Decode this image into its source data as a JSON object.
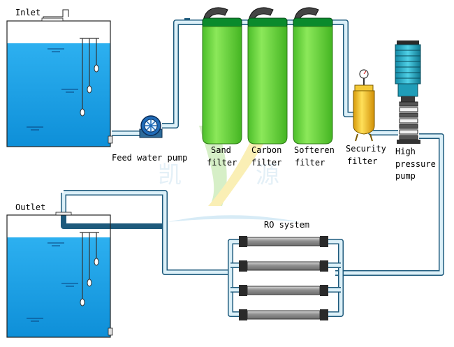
{
  "labels": {
    "inlet": "Inlet",
    "outlet": "Outlet",
    "feed_pump": "Feed water pump",
    "sand_1": "Sand",
    "sand_2": "filter",
    "carbon_1": "Carbon",
    "carbon_2": "filter",
    "softener_1": "Softeren",
    "softener_2": "filter",
    "security_1": "Security",
    "security_2": "filter",
    "hp_1": "High",
    "hp_2": "pressure",
    "hp_3": "pump",
    "ro": "RO system"
  },
  "watermark": {
    "left": "凯",
    "right": "源",
    "registered": "®"
  },
  "colors": {
    "pipe_fill": "#dcf0f8",
    "pipe_edge": "#1e5a7c",
    "water": "#1aa0e6",
    "filter_green": "#6fd63c",
    "filter_cap": "#0a8a2c",
    "security_gold": "#f2c21a",
    "pump_blue": "#1f9db8",
    "membrane_grey": "#9a9a9a"
  }
}
